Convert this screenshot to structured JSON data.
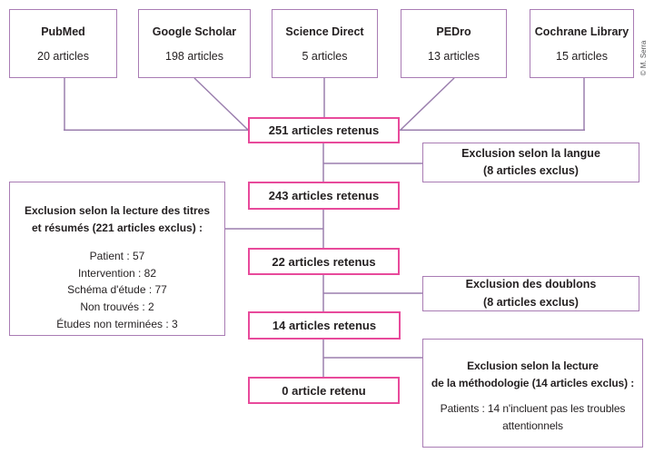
{
  "credit": "© M. Serra",
  "colors": {
    "pink": "#e84a9b",
    "purple": "#a97cb4",
    "line": "#9b7fae",
    "text": "#231f20",
    "credit_gray": "#58595b"
  },
  "chart_type": "flowchart",
  "sources": [
    {
      "name": "PubMed",
      "count": "20 articles"
    },
    {
      "name": "Google Scholar",
      "count": "198 articles"
    },
    {
      "name": "Science Direct",
      "count": "5 articles"
    },
    {
      "name": "PEDro",
      "count": "13 articles"
    },
    {
      "name": "Cochrane Library",
      "count": "15 articles"
    }
  ],
  "stages": [
    {
      "label": "251 articles retenus"
    },
    {
      "label": "243 articles retenus"
    },
    {
      "label": "22 articles retenus"
    },
    {
      "label": "14 articles retenus"
    },
    {
      "label": "0 article retenu"
    }
  ],
  "exclusions": {
    "titres": {
      "header1": "Exclusion selon la lecture des titres",
      "header2": "et résumés (221 articles exclus) :",
      "items": [
        "Patient : 57",
        "Intervention : 82",
        "Schéma d'étude : 77",
        "Non trouvés : 2",
        "Études non terminées : 3"
      ]
    },
    "langue": {
      "line1": "Exclusion selon la langue",
      "line2": "(8 articles exclus)"
    },
    "doublons": {
      "line1": "Exclusion des doublons",
      "line2": "(8 articles exclus)"
    },
    "methodologie": {
      "header1": "Exclusion selon la lecture",
      "header2": "de la méthodologie (14 articles exclus) :",
      "item1": "Patients : 14 n'incluent pas les troubles",
      "item2": "attentionnels"
    }
  }
}
